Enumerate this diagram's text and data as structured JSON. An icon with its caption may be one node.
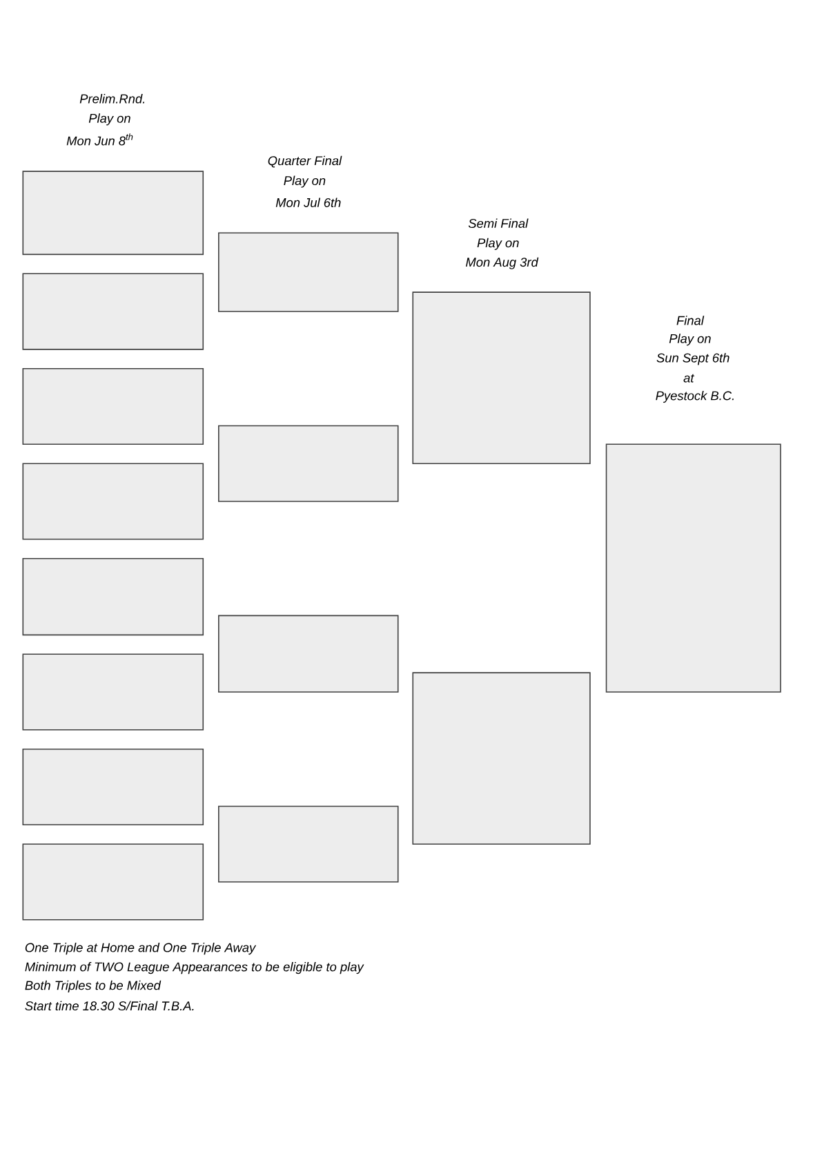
{
  "diagram": {
    "nodes": [
      {
        "text": [],
        "shape": "box"
      },
      {
        "text": [],
        "shape": "box"
      },
      {
        "text": [],
        "shape": "box"
      },
      {
        "text": [],
        "shape": "box"
      },
      {
        "text": [],
        "shape": "box"
      },
      {
        "text": [],
        "shape": "box"
      },
      {
        "text": [],
        "shape": "box"
      },
      {
        "text": [],
        "shape": "box"
      },
      {
        "text": [],
        "shape": "box"
      },
      {
        "text": [],
        "shape": "box"
      },
      {
        "text": [],
        "shape": "box"
      },
      {
        "text": [],
        "shape": "box"
      },
      {
        "text": [],
        "shape": "box"
      },
      {
        "text": [],
        "shape": "box"
      },
      {
        "text": [],
        "shape": "box"
      }
    ],
    "labels": [
      "Prelim.Rnd.",
      "Play on",
      "Mon Jun 8$^{th}$",
      "Quarter Final",
      "Play on",
      "Mon Jul 6th",
      "Semi Final",
      "Play on",
      "Mon Aug 3rd",
      "Final",
      "Play on",
      "Sun Sept 6th",
      "at",
      "Pyestock B.C.",
      "One Triple at Home and One Triple Away",
      "Minimum of TWO League Appearances to be eligible to play",
      "Both Triples to be Mixed",
      "Start time 18.30 S/Final T.B.A."
    ]
  }
}
